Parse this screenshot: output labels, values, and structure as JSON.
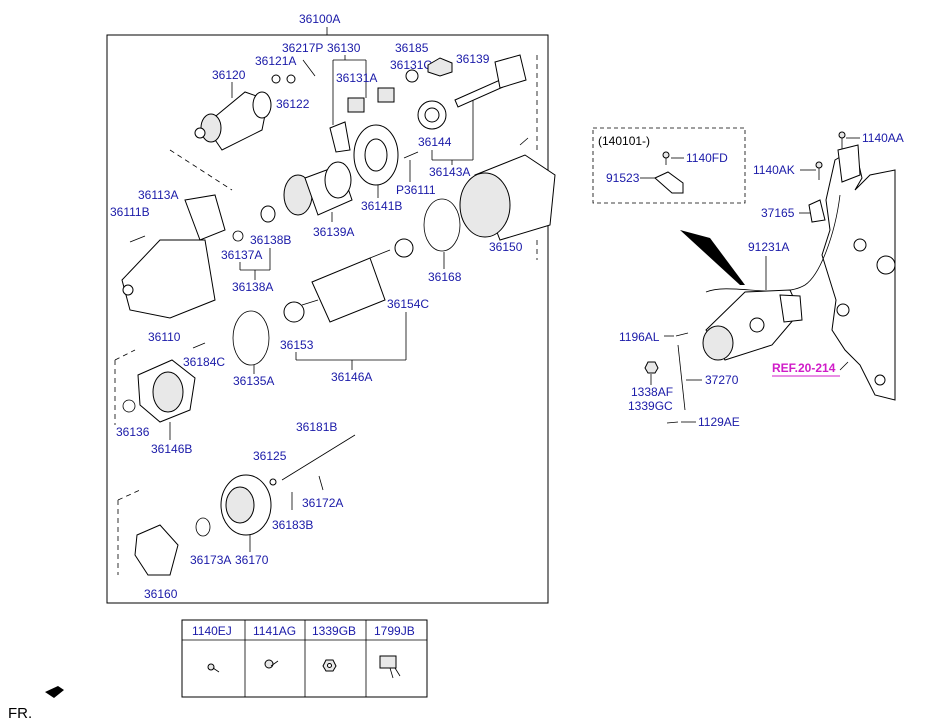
{
  "main_assembly": "36100A",
  "labels": {
    "p36217P": "36217P",
    "p36130": "36130",
    "p36121A": "36121A",
    "p36185": "36185",
    "p36120": "36120",
    "p36131C": "36131C",
    "p36139": "36139",
    "p36131A": "36131A",
    "p36122": "36122",
    "p36144": "36144",
    "p36143A": "36143A",
    "p36113A": "36113A",
    "p36111B": "36111B",
    "pP36111": "P36111",
    "p36141B": "36141B",
    "p36139A": "36139A",
    "p36138B": "36138B",
    "p36137A": "36137A",
    "p36150": "36150",
    "p36168": "36168",
    "p36138A": "36138A",
    "p36154C": "36154C",
    "p36110": "36110",
    "p36153": "36153",
    "p36184C": "36184C",
    "p36146A": "36146A",
    "p36135A": "36135A",
    "p36136": "36136",
    "p36146B": "36146B",
    "p36181B": "36181B",
    "p36125": "36125",
    "p36172A": "36172A",
    "p36183B": "36183B",
    "p36173A": "36173A",
    "p36170": "36170",
    "p36160": "36160"
  },
  "inset_box": {
    "date": "(140101-)",
    "p1140FD": "1140FD",
    "p91523": "91523"
  },
  "right_labels": {
    "p1140AA": "1140AA",
    "p1140AK": "1140AK",
    "p37165": "37165",
    "p91231A": "91231A",
    "p1196AL": "1196AL",
    "p37270": "37270",
    "p1338AF": "1338AF",
    "p1339GC": "1339GC",
    "p1129AE": "1129AE",
    "ref": "REF.20-214"
  },
  "parts_table": {
    "headers": [
      "1140EJ",
      "1141AG",
      "1339GB",
      "1799JB"
    ],
    "icons": [
      "bolt-icon",
      "screw-icon",
      "nut-icon",
      "connector-icon"
    ]
  },
  "direction_label": "FR."
}
